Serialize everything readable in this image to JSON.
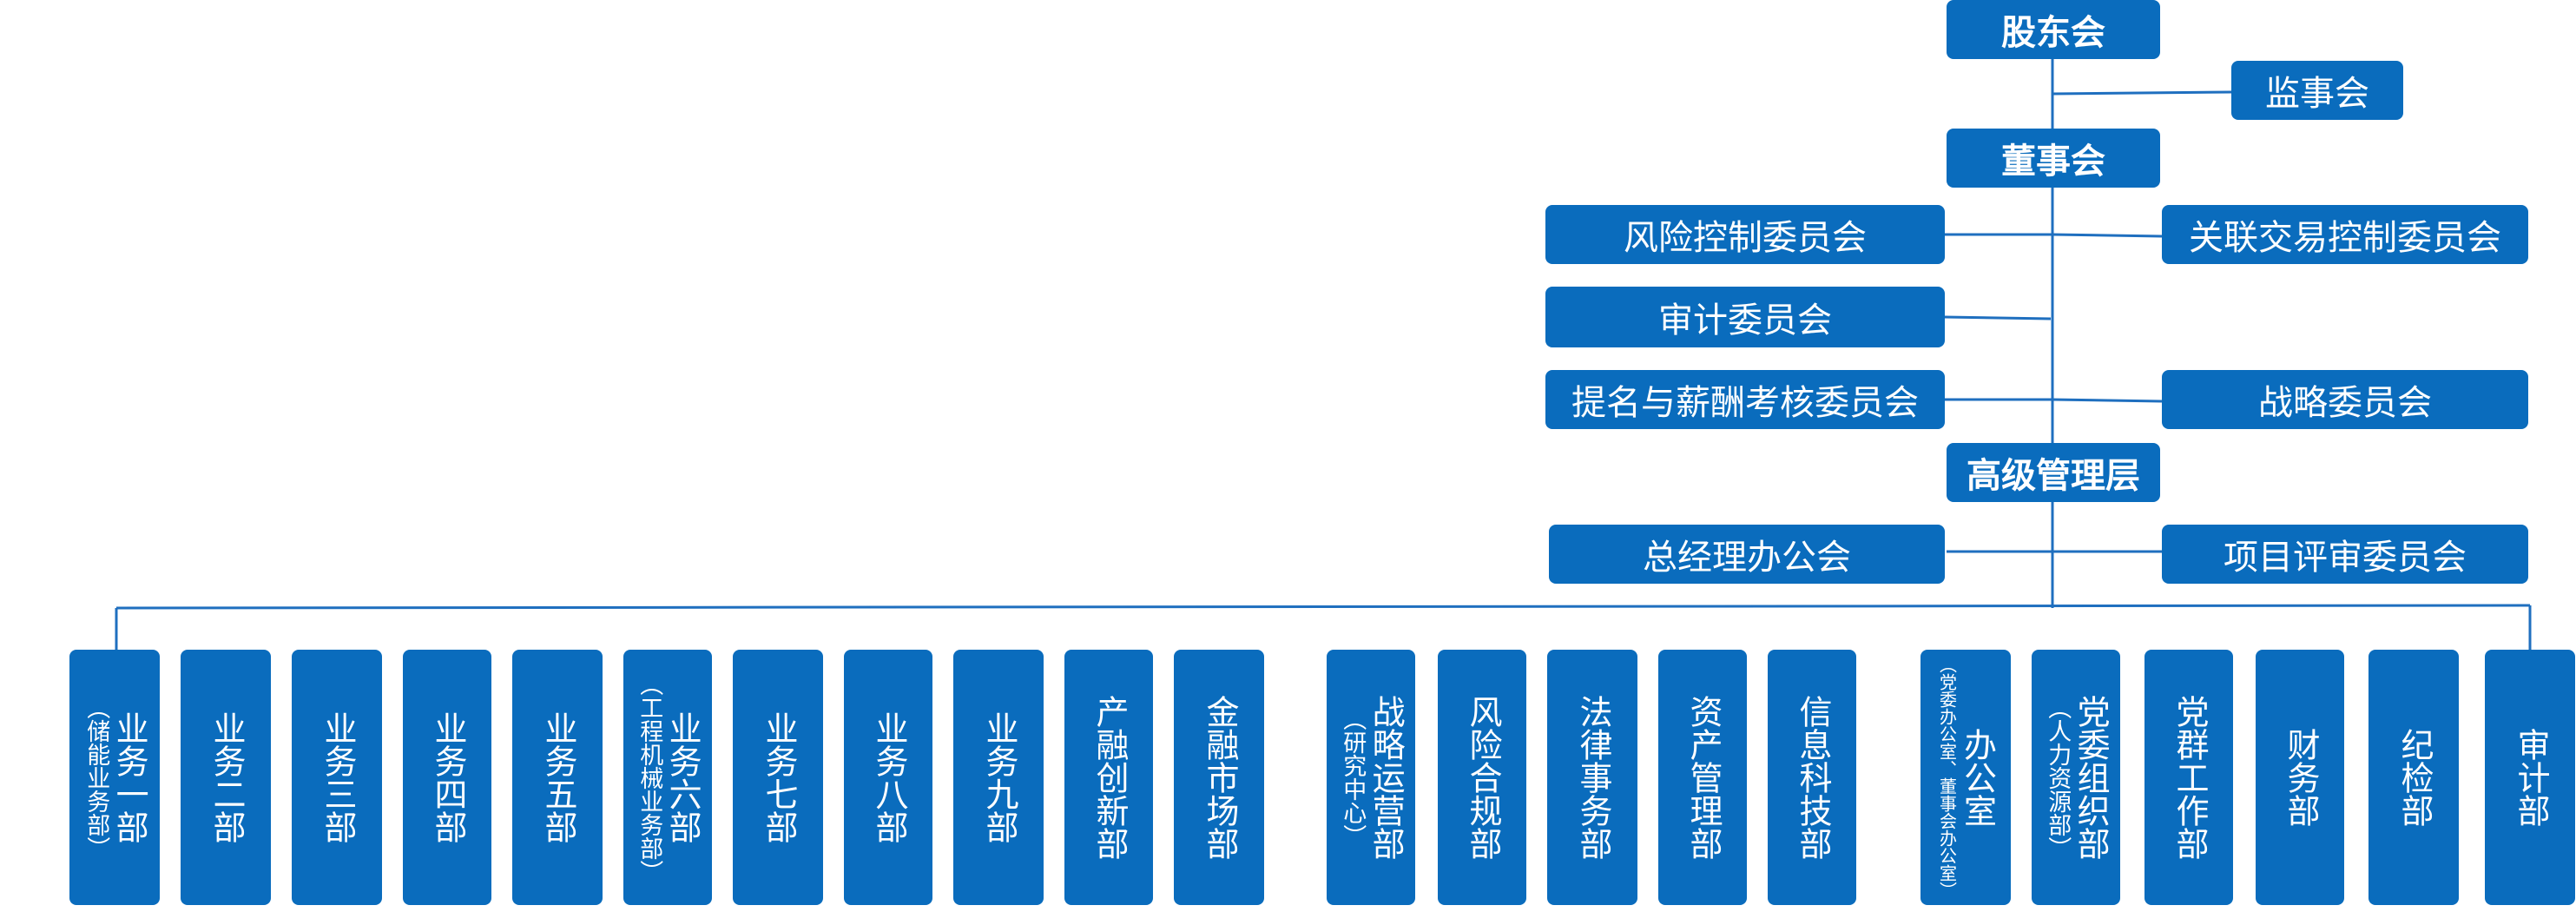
{
  "top": {
    "shareholders": "股东会",
    "supervisors": "监事会",
    "board": "董事会",
    "senior_management": "高级管理层"
  },
  "committees": {
    "risk_control": "风险控制委员会",
    "related_transaction": "关联交易控制委员会",
    "audit": "审计委员会",
    "nomination": "提名与薪酬考核委员会",
    "strategy": "战略委员会",
    "gm_office_meeting": "总经理办公会",
    "project_review": "项目评审委员会"
  },
  "departments": [
    {
      "main": "业务一部",
      "sub": "（储能业务部）"
    },
    {
      "main": "业务二部",
      "sub": ""
    },
    {
      "main": "业务三部",
      "sub": ""
    },
    {
      "main": "业务四部",
      "sub": ""
    },
    {
      "main": "业务五部",
      "sub": ""
    },
    {
      "main": "业务六部",
      "sub": "（工程机械业务部）"
    },
    {
      "main": "业务七部",
      "sub": ""
    },
    {
      "main": "业务八部",
      "sub": ""
    },
    {
      "main": "业务九部",
      "sub": ""
    },
    {
      "main": "产融创新部",
      "sub": ""
    },
    {
      "main": "金融市场部",
      "sub": ""
    },
    {
      "main": "战略运营部",
      "sub": "（研究中心）"
    },
    {
      "main": "风险合规部",
      "sub": ""
    },
    {
      "main": "法律事务部",
      "sub": ""
    },
    {
      "main": "资产管理部",
      "sub": ""
    },
    {
      "main": "信息科技部",
      "sub": ""
    },
    {
      "main": "办公室",
      "sub": "（党委办公室、董事会办公室）"
    },
    {
      "main": "党委组织部",
      "sub": "（人力资源部）"
    },
    {
      "main": "党群工作部",
      "sub": ""
    },
    {
      "main": "财务部",
      "sub": ""
    },
    {
      "main": "纪检部",
      "sub": ""
    },
    {
      "main": "审计部",
      "sub": ""
    }
  ],
  "colors": {
    "box": "#0a6cbd",
    "line": "#1f6fbf",
    "text": "#ffffff"
  }
}
